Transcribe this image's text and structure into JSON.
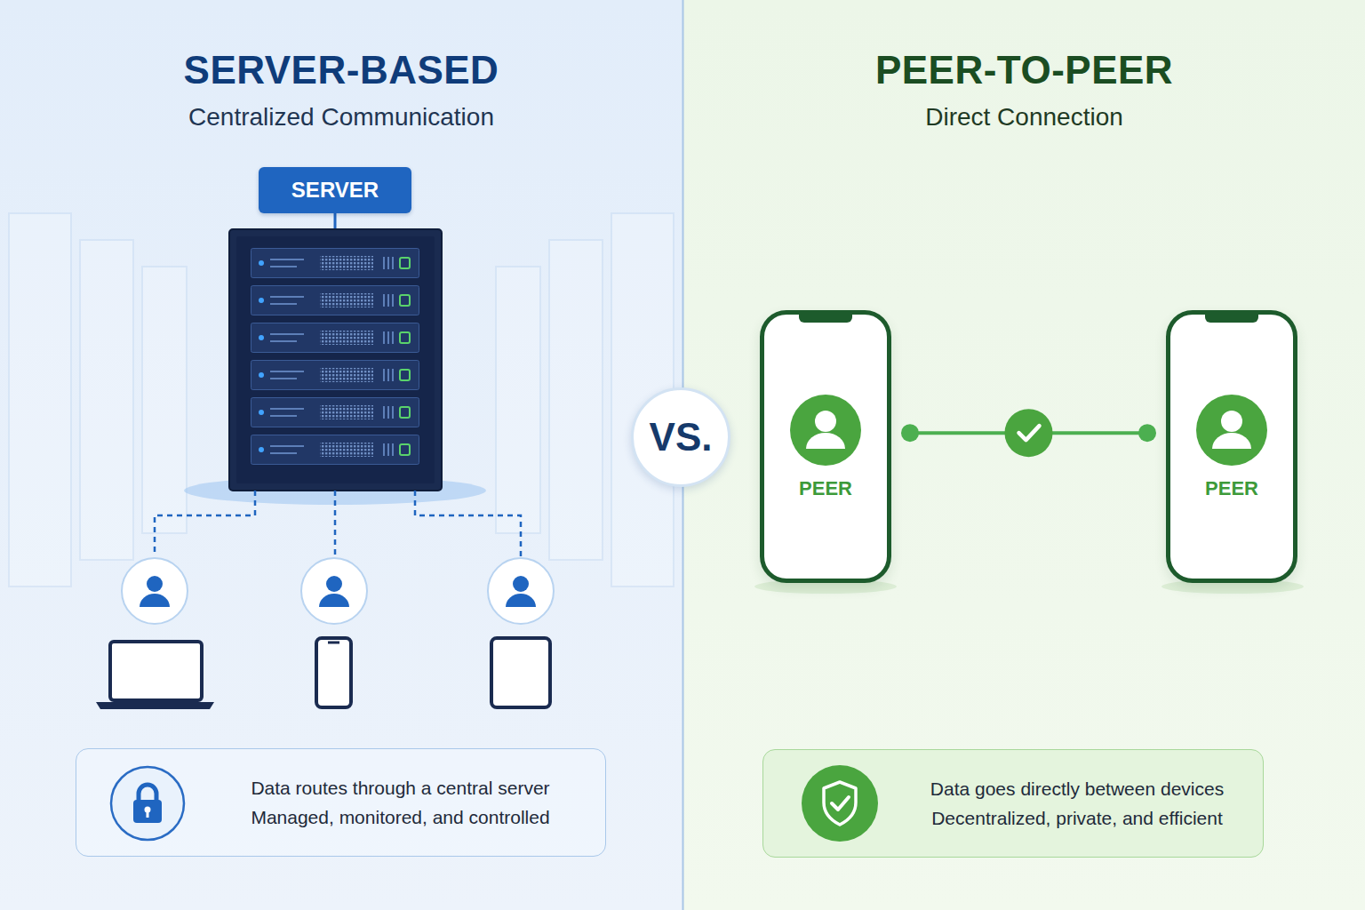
{
  "diagram": {
    "nodes": [
      {
        "text": [
          "SERVER-BASED",
          "Centralized Communication"
        ]
      },
      {
        "text": [
          "SERVER"
        ],
        "in": 0
      },
      {
        "text": [
          "Data routes through a central server",
          "Managed, monitored, and controlled"
        ],
        "in": 0
      },
      {
        "text": [
          "VS."
        ]
      },
      {
        "text": [
          "PEER-TO-PEER",
          "Direct Connection"
        ]
      },
      {
        "text": [
          "PEER"
        ],
        "in": 4
      },
      {
        "text": [
          "PEER"
        ],
        "in": 4
      },
      {
        "text": [
          "Data goes directly between devices",
          "Decentralized, private, and efficient"
        ],
        "in": 4
      }
    ],
    "edges": [
      {
        "from": 5,
        "to": 6,
        "arrow": "none"
      }
    ]
  }
}
